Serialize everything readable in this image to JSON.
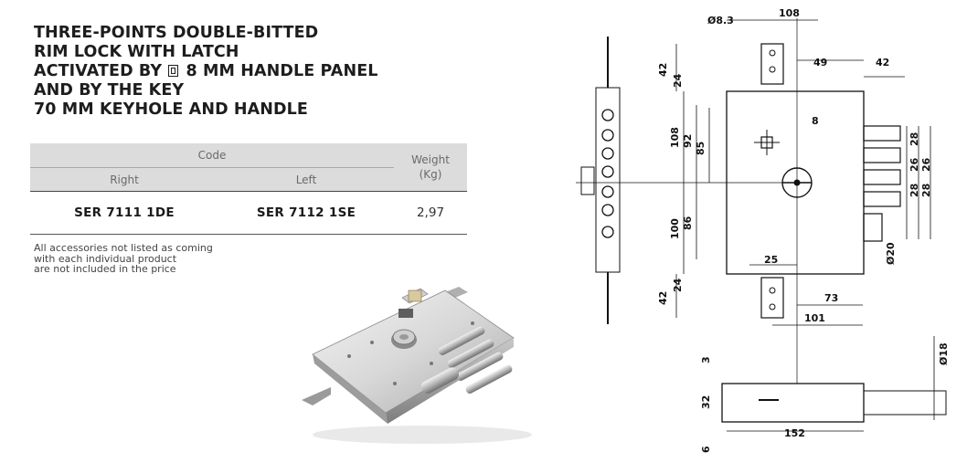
{
  "title": {
    "line1": "THREE-POINTS DOUBLE-BITTED",
    "line2": "RIM LOCK WITH LATCH",
    "line3_before": "ACTIVATED BY ",
    "line3_after": " 8 MM HANDLE PANEL",
    "line4": "AND BY THE KEY",
    "line5": "70 MM KEYHOLE AND HANDLE"
  },
  "table": {
    "code_header": "Code",
    "right_header": "Right",
    "left_header": "Left",
    "weight_header_1": "Weight",
    "weight_header_2": "(Kg)",
    "rows": [
      {
        "right": "SER 7111 1DE",
        "left": "SER 7112 1SE",
        "weight": "2,97"
      }
    ]
  },
  "note": {
    "line1": "All accessories not listed as coming",
    "line2": "with each individual product",
    "line3": "are not included in the price"
  },
  "drawing": {
    "d_8_3": "Ø8.3",
    "d_108_top": "108",
    "d_49": "49",
    "d_42_right": "42",
    "d_42_top": "42",
    "d_24_top": "24",
    "d_108_left": "108",
    "d_92": "92",
    "d_85": "85",
    "d_100": "100",
    "d_86": "86",
    "d_42_bottom": "42",
    "d_24_bottom": "24",
    "d_square_8": "8",
    "d_25": "25",
    "d_73": "73",
    "d_101": "101",
    "d_28_a": "28",
    "d_26_a": "26",
    "d_26_b": "26",
    "d_28_b": "28",
    "d_28_c": "28",
    "d_20": "Ø20",
    "d_3": "3",
    "d_32": "32",
    "d_6": "6",
    "d_152": "152",
    "d_18": "Ø18"
  }
}
